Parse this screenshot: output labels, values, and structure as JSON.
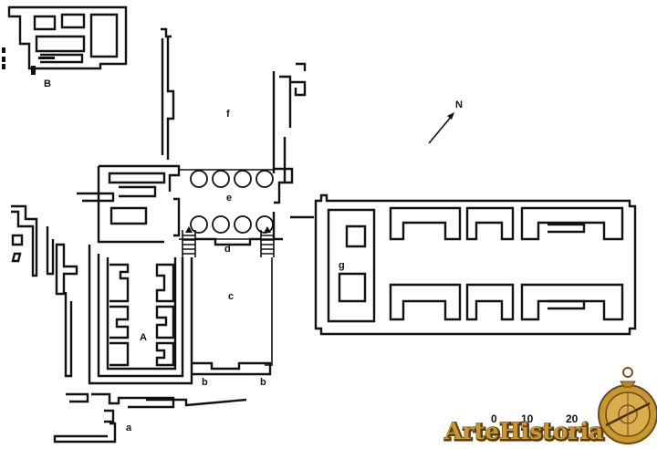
{
  "plan_labels": {
    "A": "A",
    "B": "B",
    "a": "a",
    "b": "b",
    "c": "c",
    "d": "d",
    "e": "e",
    "f": "f",
    "g": "g"
  },
  "north_label": "N",
  "scale": {
    "ticks": [
      "0",
      "10",
      "20"
    ]
  },
  "watermark": {
    "text": "ArteHistoria"
  },
  "colors": {
    "ink": "#111111",
    "logo_gold": "#b8862b",
    "logo_dark": "#5a3a10"
  },
  "icons": {
    "astrolabe": "astrolabe-icon",
    "north_arrow": "north-arrow-icon"
  }
}
